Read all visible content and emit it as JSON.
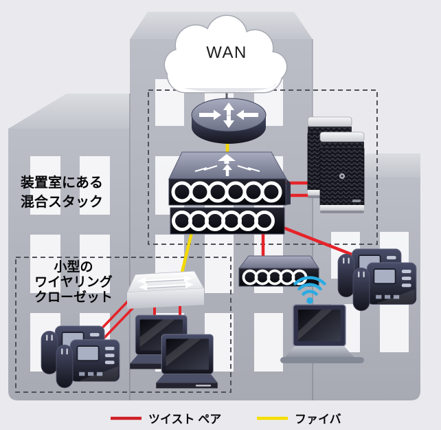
{
  "diagram": {
    "wan_label": "WAN",
    "equipment_room_label": {
      "line1": "装置室にある",
      "line2": "混合スタック"
    },
    "wiring_closet_label": {
      "line1": "小型の",
      "line2": "ワイヤリング",
      "line3": "クローゼット"
    }
  },
  "legend": {
    "twisted_pair": {
      "label": "ツイスト ペア",
      "color": "#cf2026"
    },
    "fiber": {
      "label": "ファイバ",
      "color": "#f5dd00"
    }
  },
  "colors": {
    "twisted_pair_line": "#e52329",
    "fiber_line": "#f3d900",
    "wifi_blue": "#29abe2",
    "background": "#eaeaee"
  },
  "icons": {
    "wan-cloud": "cloud",
    "router": "cylinder-with-cross-arrows",
    "mixed-stack-switch": "stacked-switch-with-rings",
    "server-towers": "server-tower",
    "workgroup-switch": "white-switch-with-arrows",
    "access-switch": "switch-with-rings",
    "wifi-icon": "wireless-waves",
    "laptop": "laptop",
    "ip-phones": "ip-phone",
    "desktop-computers": "desktop-monitor"
  }
}
